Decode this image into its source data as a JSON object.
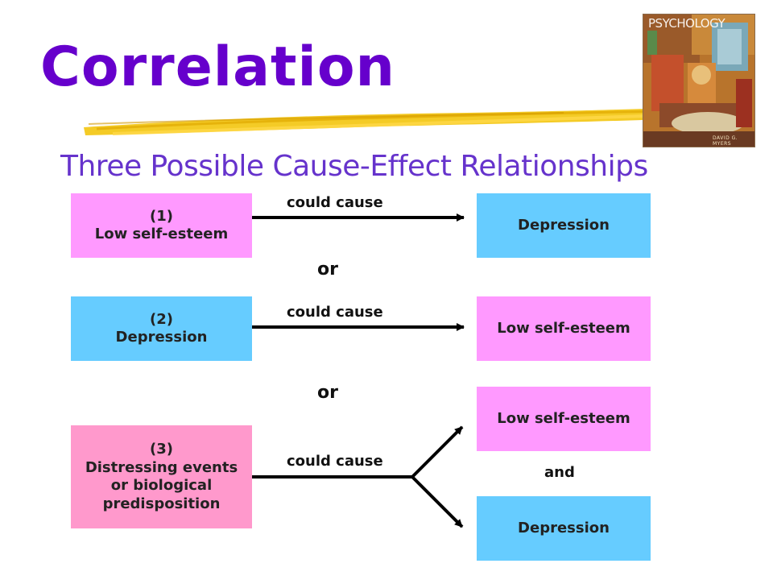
{
  "title": "Correlation",
  "subtitle": "Three Possible Cause-Effect Relationships",
  "book_cover": {
    "title": "PSYCHOLOGY",
    "author": "DAVID G. MYERS"
  },
  "row1": {
    "cause_number": "(1)",
    "cause": "Low self-esteem",
    "verb": "could cause",
    "effect": "Depression"
  },
  "separator1": "or",
  "row2": {
    "cause_number": "(2)",
    "cause": "Depression",
    "verb": "could cause",
    "effect": "Low self-esteem"
  },
  "separator2": "or",
  "row3": {
    "cause_number": "(3)",
    "cause_lines": [
      "Distressing events",
      "or biological",
      "predisposition"
    ],
    "verb": "could cause",
    "effect_top": "Low self-esteem",
    "conjunction": "and",
    "effect_bottom": "Depression"
  },
  "colors": {
    "title": "#6600cc",
    "subtitle": "#6633cc",
    "pink_box": "#ff99ff",
    "blue_box": "#66ccff",
    "rose_box": "#ff99cc",
    "highlighter": "#f2c200"
  }
}
